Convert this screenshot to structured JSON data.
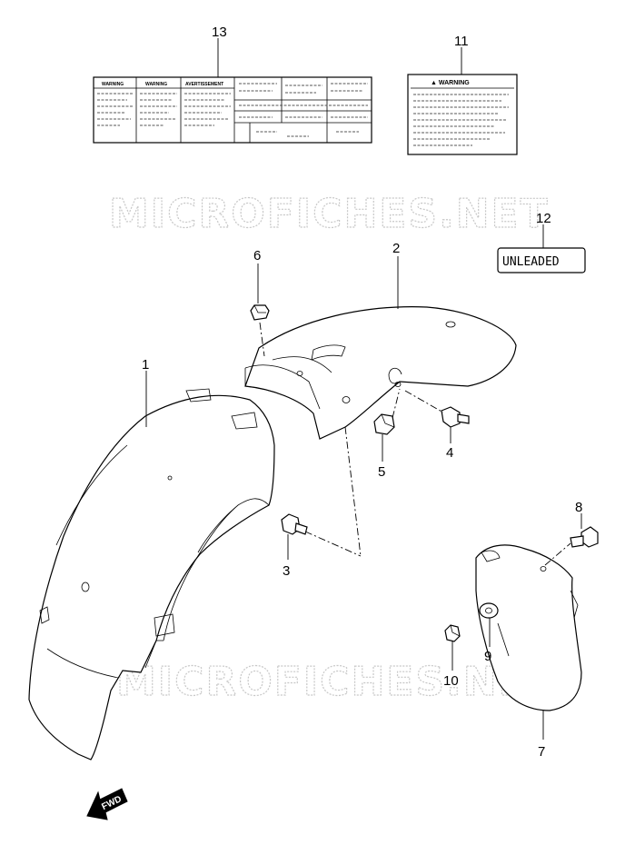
{
  "watermark": "MICROFICHES.NET",
  "callouts": [
    "1",
    "2",
    "3",
    "4",
    "5",
    "6",
    "7",
    "8",
    "9",
    "10",
    "11",
    "12",
    "13"
  ],
  "label_13": {
    "headings": [
      "WARNING",
      "WARNING",
      "AVERTISSEMENT"
    ]
  },
  "label_11": {
    "heading": "▲ WARNING"
  },
  "label_12": {
    "text": "UNLEADED"
  },
  "fwd_arrow": {
    "text": "FWD"
  }
}
